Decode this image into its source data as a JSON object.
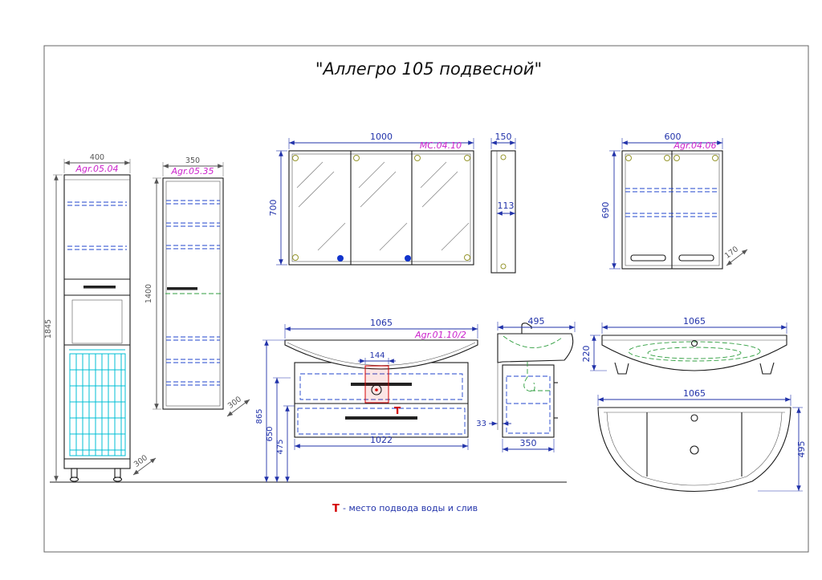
{
  "title": "\"Аллегро 105 подвесной\"",
  "legend": {
    "marker": "Т",
    "rest": "- место подвода воды и слив"
  },
  "colors": {
    "dimension": "#2233aa",
    "label": "#cc22cc",
    "accent_red": "#d40000",
    "basket_cyan": "#00bfd4",
    "shelf_dash_blue": "#2244cc",
    "drain_dash_green": "#2f9e3f"
  },
  "cab1": {
    "label": "Agr.05.04",
    "width": "400",
    "height": "1845",
    "depth": "300"
  },
  "cab2": {
    "label": "Agr.05.35",
    "width": "350",
    "height": "1400",
    "depth": "300"
  },
  "mirror": {
    "label": "МС.04.10",
    "width": "1000",
    "height": "700",
    "side_width": "150",
    "side_depth": "113"
  },
  "wallcab": {
    "label": "Agr.04.06",
    "width": "600",
    "height": "690",
    "depth": "170"
  },
  "vanity": {
    "label": "Agr.01.10/2",
    "width": "1065",
    "detail_width": "144",
    "height_total": "865",
    "height_mid": "650",
    "height_drawers": "475",
    "inner_width": "1022",
    "t_marker": "Т",
    "side_width": "495",
    "side_depth": "350",
    "back_gap": "33"
  },
  "sink_top": {
    "width": "1065",
    "depth": "220"
  },
  "sink_front": {
    "width": "1065",
    "height": "495"
  }
}
